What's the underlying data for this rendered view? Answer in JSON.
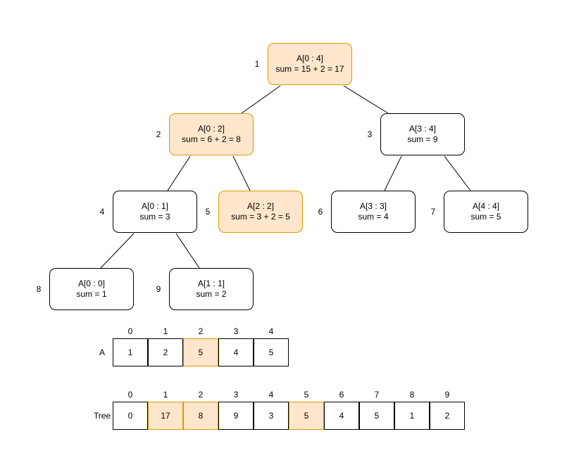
{
  "colors": {
    "highlight_fill": "#ffe6cc",
    "highlight_border": "#d79b00",
    "border": "#000000"
  },
  "tree": {
    "nodes": [
      {
        "index": "1",
        "range": "A[0 : 4]",
        "sum": "sum = 15 + 2 = 17",
        "highlighted": true
      },
      {
        "index": "2",
        "range": "A[0 : 2]",
        "sum": "sum = 6 + 2 = 8",
        "highlighted": true
      },
      {
        "index": "3",
        "range": "A[3 : 4]",
        "sum": "sum = 9",
        "highlighted": false
      },
      {
        "index": "4",
        "range": "A[0 : 1]",
        "sum": "sum = 3",
        "highlighted": false
      },
      {
        "index": "5",
        "range": "A[2 : 2]",
        "sum": "sum = 3 + 2 = 5",
        "highlighted": true
      },
      {
        "index": "6",
        "range": "A[3 : 3]",
        "sum": "sum = 4",
        "highlighted": false
      },
      {
        "index": "7",
        "range": "A[4 : 4]",
        "sum": "sum = 5",
        "highlighted": false
      },
      {
        "index": "8",
        "range": "A[0 : 0]",
        "sum": "sum = 1",
        "highlighted": false
      },
      {
        "index": "9",
        "range": "A[1 : 1]",
        "sum": "sum = 2",
        "highlighted": false
      }
    ],
    "edges": [
      [
        "1",
        "2"
      ],
      [
        "1",
        "3"
      ],
      [
        "2",
        "4"
      ],
      [
        "2",
        "5"
      ],
      [
        "3",
        "6"
      ],
      [
        "3",
        "7"
      ],
      [
        "4",
        "8"
      ],
      [
        "4",
        "9"
      ]
    ]
  },
  "array_a": {
    "label": "A",
    "indices": [
      "0",
      "1",
      "2",
      "3",
      "4"
    ],
    "values": [
      "1",
      "2",
      "5",
      "4",
      "5"
    ],
    "highlighted": [
      false,
      false,
      true,
      false,
      false
    ]
  },
  "array_tree": {
    "label": "Tree",
    "indices": [
      "0",
      "1",
      "2",
      "3",
      "4",
      "5",
      "6",
      "7",
      "8",
      "9"
    ],
    "values": [
      "0",
      "17",
      "8",
      "9",
      "3",
      "5",
      "4",
      "5",
      "1",
      "2"
    ],
    "highlighted": [
      false,
      true,
      true,
      false,
      false,
      true,
      false,
      false,
      false,
      false
    ]
  }
}
